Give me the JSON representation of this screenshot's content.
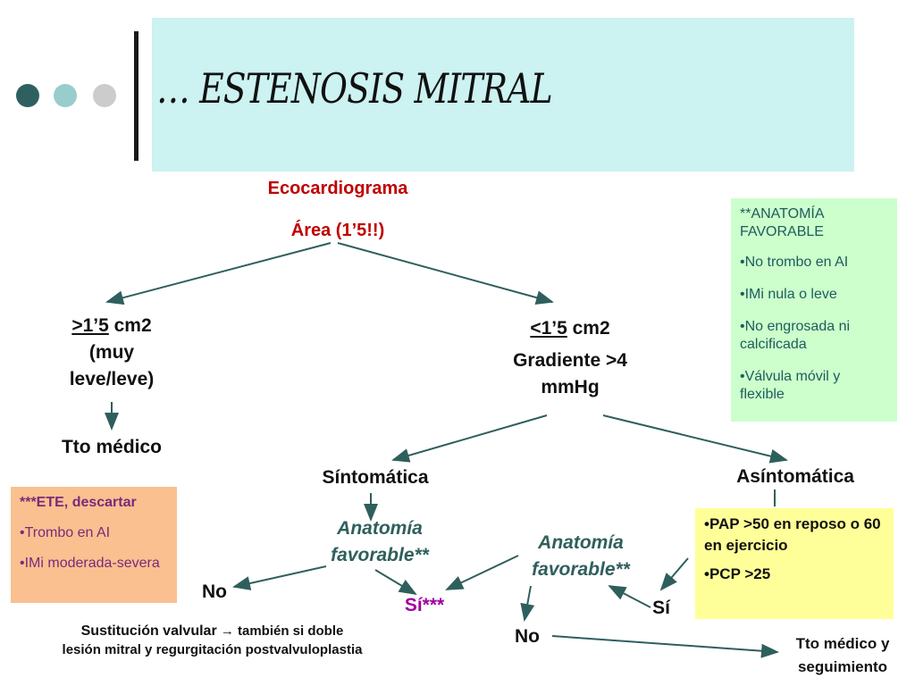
{
  "title": "… ESTENOSIS MITRAL",
  "ecocardiograma": "Ecocardiograma",
  "area": "Área (1’5!!)",
  "left_branch": {
    "line1_prefix": ">1’5",
    "line1_suffix": " cm2",
    "line2": "(muy",
    "line3": "leve/leve)"
  },
  "right_branch": {
    "line1_prefix": "<1’5",
    "line1_suffix": " cm2",
    "line2": "Gradiente >4",
    "line3": "mmHg"
  },
  "tto_medico": "Tto médico",
  "sintomatica": "Síntomática",
  "asintomatica": "Asíntomática",
  "anatomia_left": [
    "Anatomía",
    "favorable**"
  ],
  "anatomia_right": [
    "Anatomía",
    "favorable**"
  ],
  "no_left": "No",
  "si_left": "Sí***",
  "si_right": "Sí",
  "no_right": "No",
  "no_bottom": "No",
  "sustitucion": {
    "line1_bold": "Sustitución valvular",
    "line1_rest": " → también si doble",
    "line2": "lesión mitral y regurgitación postvalvuloplastia"
  },
  "tto_seguimiento": [
    "Tto médico y",
    "seguimiento"
  ],
  "green_box": {
    "title": "**ANATOMÍA FAVORABLE",
    "items": [
      "•No trombo en AI",
      "•IMi nula o leve",
      "•No engrosada ni calcificada",
      "•Válvula móvil y flexible"
    ]
  },
  "orange_box": {
    "title": "***ETE, descartar",
    "items": [
      "•Trombo en AI",
      "•IMi moderada-severa"
    ]
  },
  "yellow_box": {
    "items": [
      "•PAP >50 en reposo o 60 en ejercicio",
      "•PCP >25"
    ]
  },
  "colors": {
    "title_bg": "#ccf2f2",
    "red": "#c00000",
    "teal_text": "#2f5f5c",
    "arrow": "#2f5f5c",
    "green_bg": "#ccffcc",
    "orange_bg": "#fac090",
    "yellow_bg": "#ffff99",
    "dot1": "#2f6060",
    "dot2": "#99cccc",
    "dot3": "#cccccc"
  }
}
